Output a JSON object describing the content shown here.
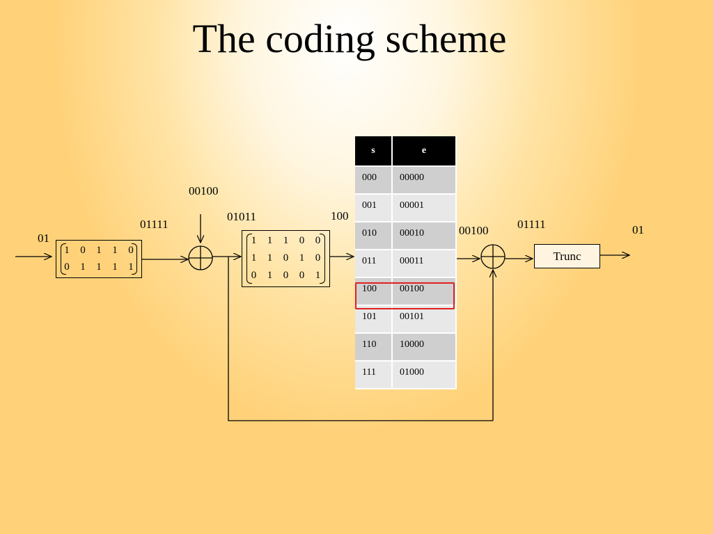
{
  "title": "The coding scheme",
  "labels": {
    "input_msg": "01",
    "after_gen": "01111",
    "syndrome_in": "00100",
    "after_xor": "01011",
    "syndrome": "100",
    "error": "00100",
    "corrected": "01111",
    "output": "01"
  },
  "matrix_g": [
    [
      "1",
      "0",
      "1",
      "1",
      "0"
    ],
    [
      "0",
      "1",
      "1",
      "1",
      "1"
    ]
  ],
  "matrix_h": [
    [
      "1",
      "1",
      "1",
      "0",
      "0"
    ],
    [
      "1",
      "1",
      "0",
      "1",
      "0"
    ],
    [
      "0",
      "1",
      "0",
      "0",
      "1"
    ]
  ],
  "trunc_label": "Trunc",
  "table": {
    "headers": [
      "s",
      "e"
    ],
    "rows": [
      [
        "000",
        "00000"
      ],
      [
        "001",
        "00001"
      ],
      [
        "010",
        "00010"
      ],
      [
        "011",
        "00011"
      ],
      [
        "100",
        "00100"
      ],
      [
        "101",
        "00101"
      ],
      [
        "110",
        "10000"
      ],
      [
        "111",
        "01000"
      ]
    ],
    "highlight_color": "#e02020"
  }
}
